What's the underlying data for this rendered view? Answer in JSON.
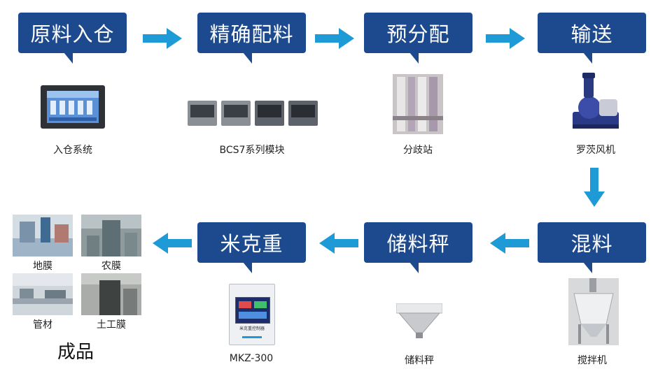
{
  "steps": {
    "s1": "原料入仓",
    "s2": "精确配料",
    "s3": "预分配",
    "s4": "输送",
    "s5": "混料",
    "s6": "储料秤",
    "s7": "米克重"
  },
  "labels": {
    "l1": "入仓系统",
    "l2": "BCS7系列模块",
    "l3": "分歧站",
    "l4": "罗茨风机",
    "l5": "搅拌机",
    "l6": "储料秤",
    "l7": "MKZ-300"
  },
  "products": {
    "p1": "地膜",
    "p2": "农膜",
    "p3": "管材",
    "p4": "土工膜",
    "title": "成品"
  },
  "device_text": "米克重控制器",
  "colors": {
    "box": "#1d4a8e",
    "arrow": "#1e9bd7"
  }
}
